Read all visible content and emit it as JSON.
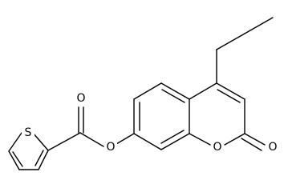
{
  "molecule": {
    "atom_labels": {
      "sulfur": "S",
      "ester_carbonyl_oxygen": "O",
      "ester_bridge_oxygen": "O",
      "ring_oxygen": "O",
      "lactone_carbonyl_oxygen": "O"
    },
    "colors": {
      "bond": "#000000",
      "label": "#000000",
      "background": "#ffffff"
    }
  }
}
